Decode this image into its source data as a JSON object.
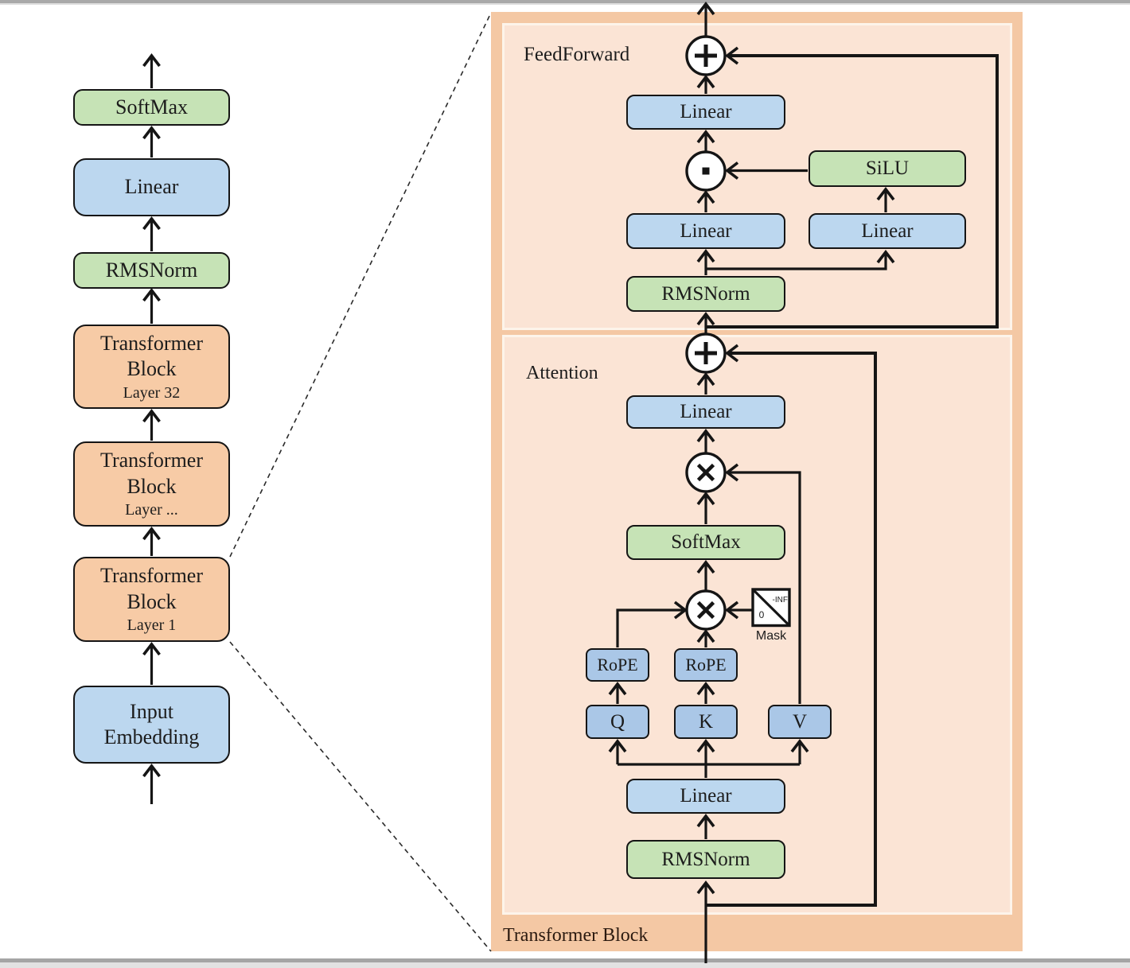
{
  "diagram_title": "Transformer Block",
  "left_column": {
    "blocks": [
      {
        "id": "softmax",
        "label": "SoftMax"
      },
      {
        "id": "linear",
        "label": "Linear"
      },
      {
        "id": "rmsnorm",
        "label": "RMSNorm"
      },
      {
        "id": "tb32",
        "label": "Transformer Block",
        "sublabel": "Layer 32"
      },
      {
        "id": "tbdots",
        "label": "Transformer Block",
        "sublabel": "Layer ..."
      },
      {
        "id": "tb1",
        "label": "Transformer Block",
        "sublabel": "Layer 1"
      },
      {
        "id": "input",
        "label": "Input Embedding"
      }
    ]
  },
  "panel": {
    "title": "Transformer Block",
    "feedforward": {
      "title": "FeedForward",
      "linear_out": "Linear",
      "silu": "SiLU",
      "linear_gate": "Linear",
      "linear_up": "Linear",
      "rmsnorm": "RMSNorm"
    },
    "attention": {
      "title": "Attention",
      "linear_out": "Linear",
      "softmax": "SoftMax",
      "rope_q": "RoPE",
      "rope_k": "RoPE",
      "q": "Q",
      "k": "K",
      "v": "V",
      "linear_qkv": "Linear",
      "rmsnorm": "RMSNorm",
      "mask": {
        "label": "Mask",
        "zero": "0",
        "neg_inf": "-INF"
      }
    },
    "icons": {
      "add": "plus-in-circle",
      "elementwise_product": "dot-in-circle",
      "matmul": "x-in-circle"
    }
  },
  "colors": {
    "block_blue": "#bcd7ef",
    "block_blue_small": "#aac7e7",
    "block_green": "#c6e3b6",
    "block_orange": "#f7cba6",
    "panel_outer": "#f4c8a4",
    "panel_inner": "#fbe4d5",
    "line": "#151515"
  }
}
